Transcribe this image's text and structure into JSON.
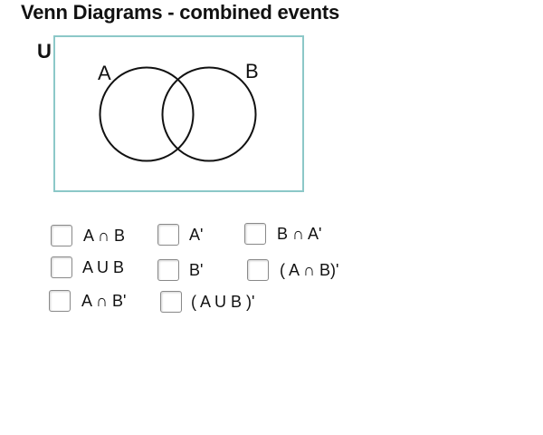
{
  "title": "Venn Diagrams - combined events",
  "diagram": {
    "universe_label": "U",
    "set_a_label": "A",
    "set_b_label": "B",
    "border_color": "#8cc8c8"
  },
  "options": [
    {
      "label": "A ∩ B",
      "checked": false
    },
    {
      "label": "A'",
      "checked": false
    },
    {
      "label": "B ∩ A'",
      "checked": false
    },
    {
      "label": "A U B",
      "checked": false
    },
    {
      "label": "B'",
      "checked": false
    },
    {
      "label": "( A ∩ B)'",
      "checked": false
    },
    {
      "label": "A ∩ B'",
      "checked": false
    },
    {
      "label": "( A U B )'",
      "checked": false
    }
  ]
}
